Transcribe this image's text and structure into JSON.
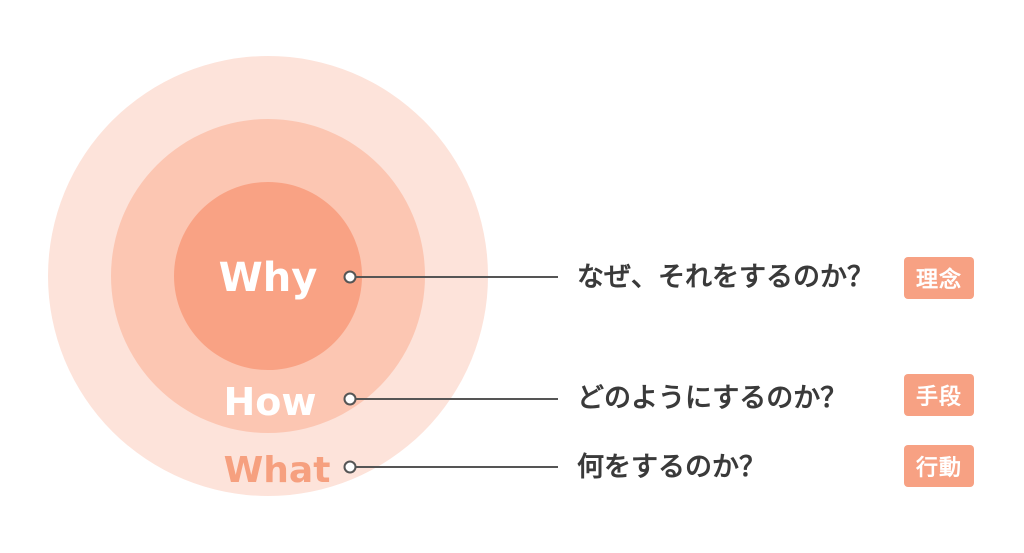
{
  "colors": {
    "outer_ring": "#fde3da",
    "middle_ring": "#fcc6b2",
    "inner_circle": "#f9a284",
    "label_white": "#ffffff",
    "what_label": "#f6a07f",
    "tag_background": "#f7a183",
    "connector_line": "#555555",
    "question_text": "#3a3a3a"
  },
  "layers": [
    {
      "id": "why",
      "label": "Why",
      "question": "なぜ、それをするのか？",
      "tag": "理念"
    },
    {
      "id": "how",
      "label": "How",
      "question": "どのようにするのか？",
      "tag": "手段"
    },
    {
      "id": "what",
      "label": "What",
      "question": "何をするのか？",
      "tag": "行動"
    }
  ]
}
